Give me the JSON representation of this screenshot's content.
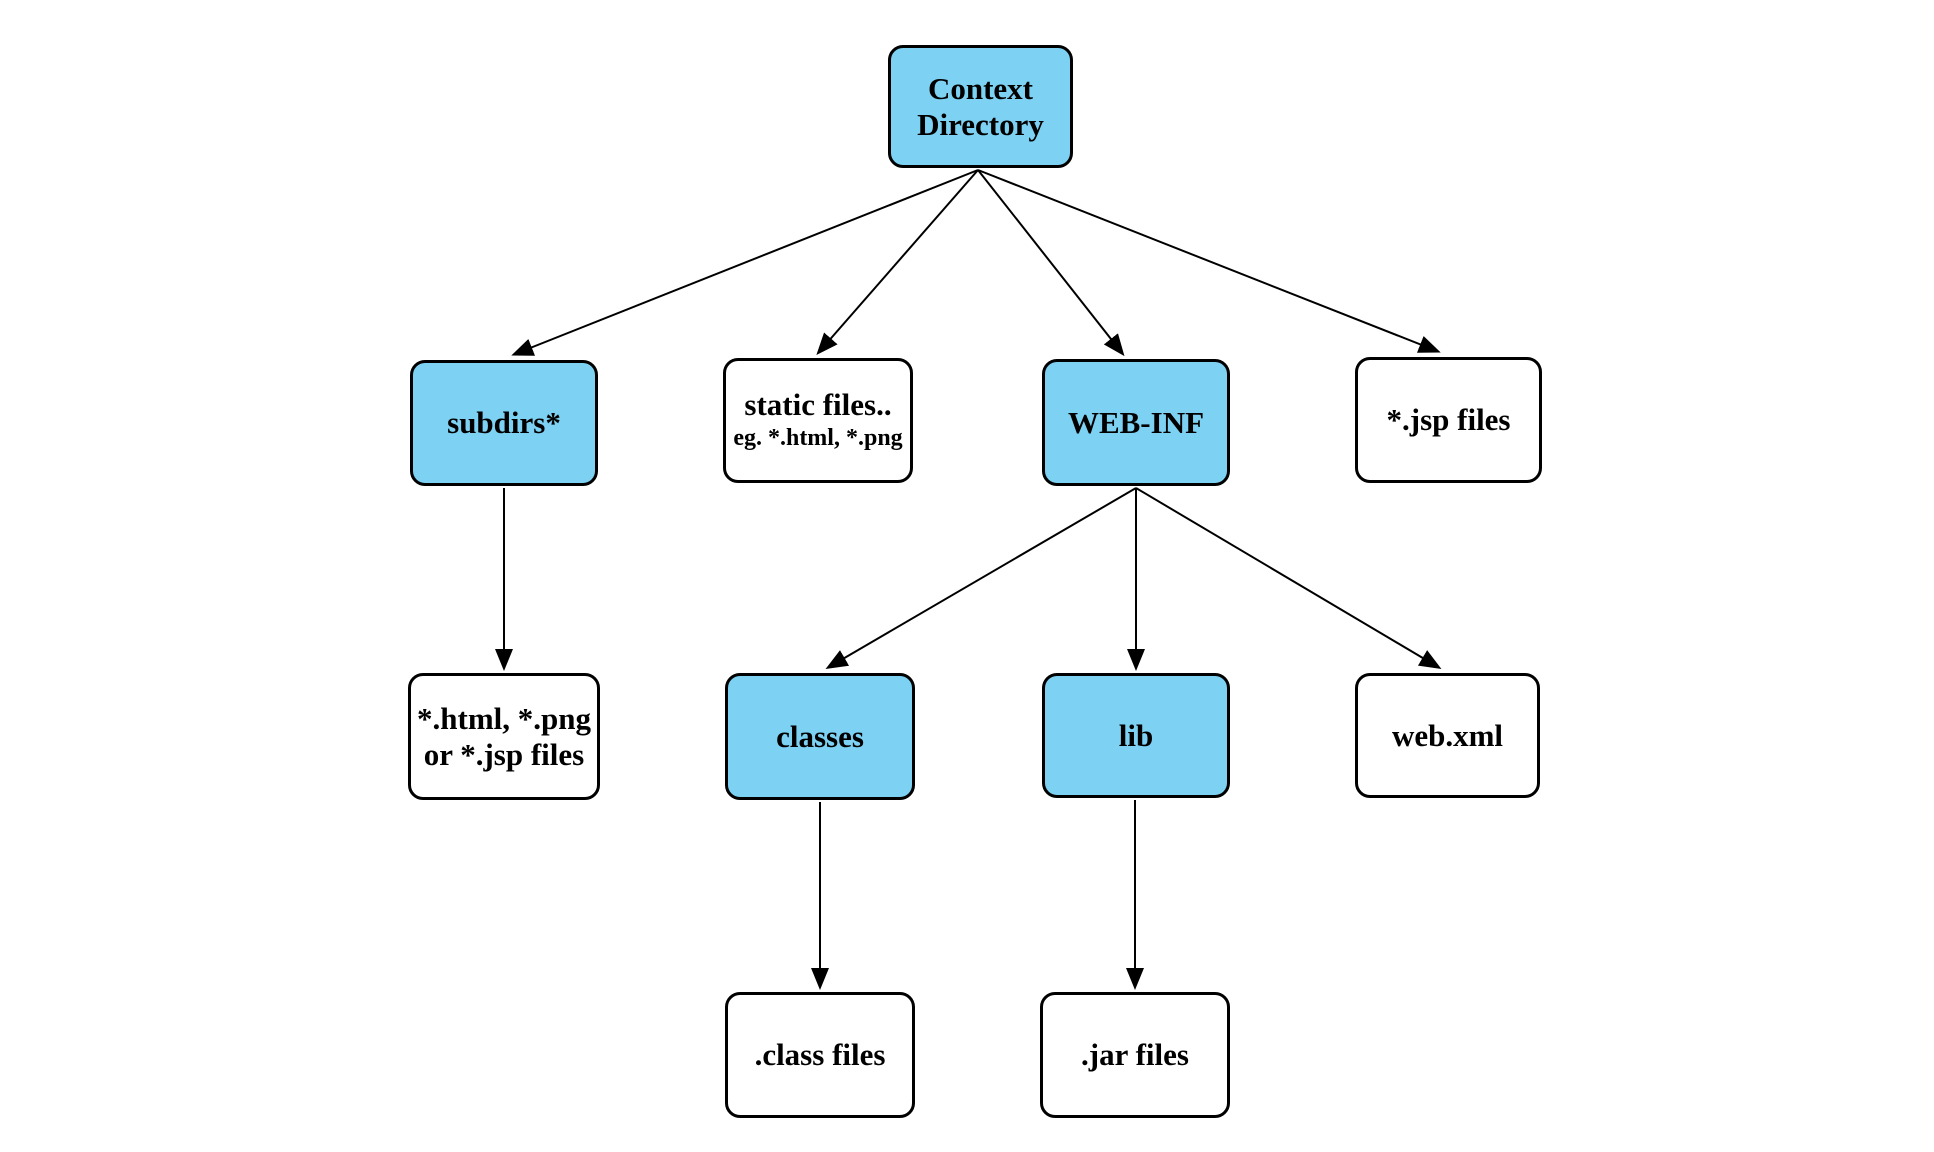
{
  "colors": {
    "background": "#ffffff",
    "node_blue": "#7dd1f2",
    "node_white": "#ffffff",
    "border": "#000000",
    "arrow": "#000000"
  },
  "nodes": {
    "context": {
      "line1": "Context",
      "line2": "Directory"
    },
    "subdirs": {
      "label": "subdirs*"
    },
    "static_files": {
      "line1": "static files..",
      "line2": "eg. *.html, *.png"
    },
    "web_inf": {
      "label": "WEB-INF"
    },
    "jsp_files": {
      "label": "*.jsp files"
    },
    "subdir_files": {
      "line1": "*.html, *.png",
      "line2": "or *.jsp files"
    },
    "classes": {
      "label": "classes"
    },
    "lib": {
      "label": "lib"
    },
    "web_xml": {
      "label": "web.xml"
    },
    "class_files": {
      "label": ".class files"
    },
    "jar_files": {
      "label": ".jar files"
    }
  },
  "edges": [
    {
      "from": "context",
      "to": "subdirs"
    },
    {
      "from": "context",
      "to": "static_files"
    },
    {
      "from": "context",
      "to": "web_inf"
    },
    {
      "from": "context",
      "to": "jsp_files"
    },
    {
      "from": "subdirs",
      "to": "subdir_files"
    },
    {
      "from": "web_inf",
      "to": "classes"
    },
    {
      "from": "web_inf",
      "to": "lib"
    },
    {
      "from": "web_inf",
      "to": "web_xml"
    },
    {
      "from": "classes",
      "to": "class_files"
    },
    {
      "from": "lib",
      "to": "jar_files"
    }
  ]
}
